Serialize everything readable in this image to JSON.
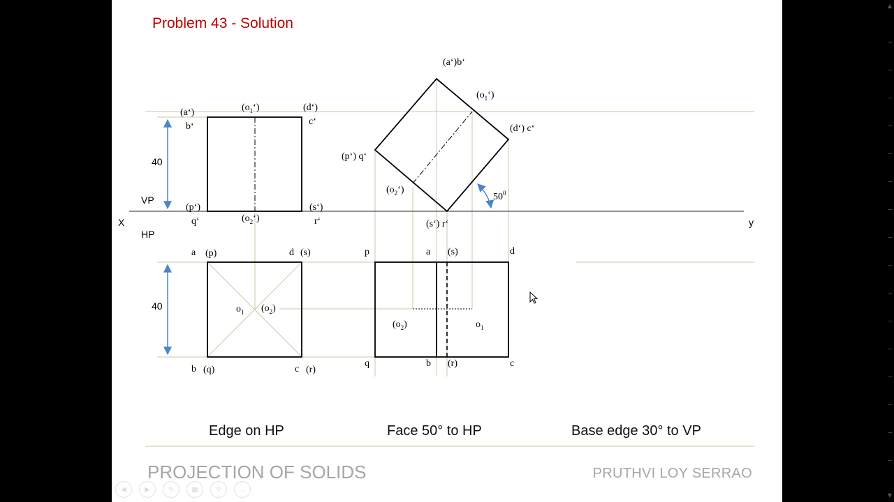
{
  "slide": {
    "title": "Problem 43 - Solution",
    "captions": [
      "Edge on HP",
      "Face 50° to HP",
      "Base edge 30° to VP"
    ],
    "footer_left": "PROJECTION OF SOLIDS",
    "footer_right": "PRUTHVI  LOY  SERRAO"
  },
  "colors": {
    "title": "#c00000",
    "dimension": "#4a86c5",
    "projector": "#c9caa8",
    "footer": "#a6a6a6"
  },
  "reference": {
    "x": "X",
    "y": "y",
    "vp": "VP",
    "hp": "HP"
  },
  "dimensions": {
    "front_height": "40",
    "top_height": "40"
  },
  "angle": {
    "value": "50",
    "unit": "0"
  },
  "front_view_1": {
    "a_prime": "(a‘)",
    "b_prime": "b‘",
    "o1": "(o",
    "o1_sub": "1",
    "o1_end": "‘)",
    "d_prime": "(d‘)",
    "c_prime": "c‘",
    "p_prime": "(p‘)",
    "q_prime": "q‘",
    "o2": "(o",
    "o2_sub": "2",
    "o2_end": "‘)",
    "s_prime": "(s‘)",
    "r_prime": "r‘"
  },
  "top_view_1": {
    "a": "a",
    "p": "(p)",
    "d": "d",
    "s": "(s)",
    "b": "b",
    "q": "(q)",
    "c": "c",
    "r": "(r)",
    "o1": "o",
    "o1_sub": "1",
    "o2": "(o",
    "o2_sub": "2",
    "o2_end": ")"
  },
  "front_view_2": {
    "ab": "(a‘)b‘",
    "o1": "(o",
    "o1_sub": "1",
    "o1_end": "‘)",
    "dc": "(d‘) c‘",
    "pq": "(p‘) q‘",
    "o2": "(o",
    "o2_sub": "2",
    "o2_end": "‘)",
    "sr": "(s‘) r‘"
  },
  "top_view_2": {
    "p": "p",
    "a": "a",
    "s": "(s)",
    "d": "d",
    "q": "q",
    "b": "b",
    "r": "(r)",
    "c": "c",
    "o2": "(o",
    "o2_sub": "2",
    "o2_end": ")",
    "o1": "o",
    "o1_sub": "1"
  },
  "nav_icons": [
    "back-icon",
    "forward-icon",
    "pen-icon",
    "slides-icon",
    "zoom-icon",
    "more-icon"
  ]
}
